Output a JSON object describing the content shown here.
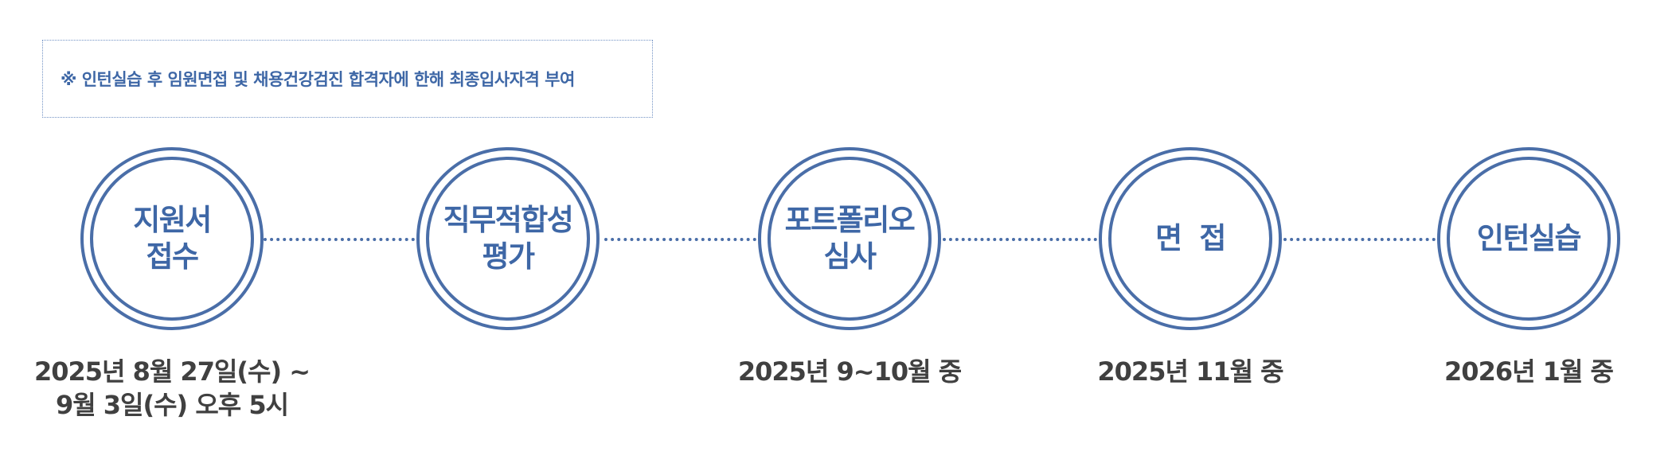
{
  "notice": {
    "text": "※ 인턴실습 후 임원면접 및 채용건강검진 합격자에 한해 최종입사자격 부여"
  },
  "stages": [
    {
      "lines": [
        "지원서",
        "접수"
      ],
      "date_lines": [
        "2025년 8월 27일(수) ~",
        "9월 3일(수) 오후 5시"
      ]
    },
    {
      "lines": [
        "직무적합성",
        "평가"
      ],
      "date_lines": []
    },
    {
      "lines": [
        "포트폴리오",
        "심사"
      ],
      "date_lines": [
        "2025년 9~10월 중"
      ]
    },
    {
      "lines": [
        "면  접"
      ],
      "date_lines": [
        "2025년 11월 중"
      ]
    },
    {
      "lines": [
        "인턴실습"
      ],
      "date_lines": [
        "2026년 1월 중"
      ]
    }
  ],
  "colors": {
    "accent": "#4a6ea8",
    "notice_text": "#3e67a6",
    "date_text": "#404040"
  }
}
